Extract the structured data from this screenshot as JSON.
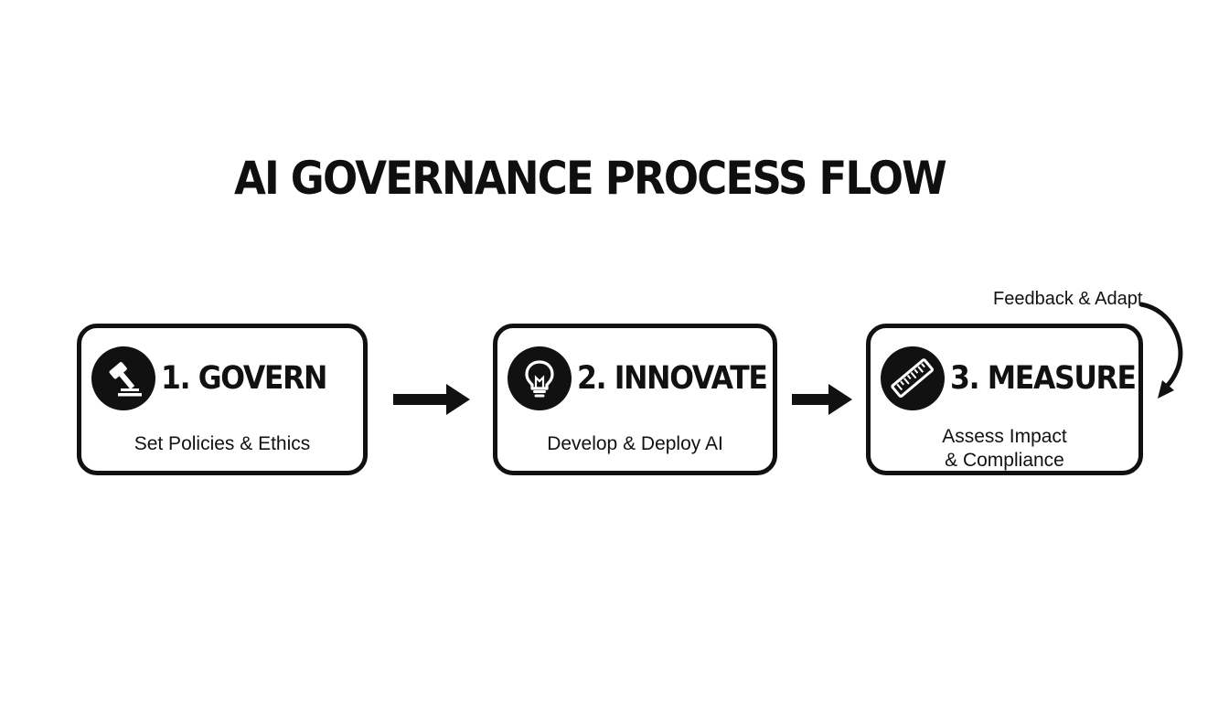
{
  "title": "AI GOVERNANCE PROCESS FLOW",
  "steps": [
    {
      "title": "1. GOVERN",
      "description": "Set Policies & Ethics",
      "icon": "gavel-icon"
    },
    {
      "title": "2. INNOVATE",
      "description": "Develop & Deploy AI",
      "icon": "lightbulb-icon"
    },
    {
      "title": "3. MEASURE",
      "description": "Assess Impact & Compliance",
      "icon": "ruler-icon"
    }
  ],
  "feedback": {
    "label": "Feedback & Adapt"
  },
  "colors": {
    "ink": "#111111",
    "background": "#ffffff"
  }
}
